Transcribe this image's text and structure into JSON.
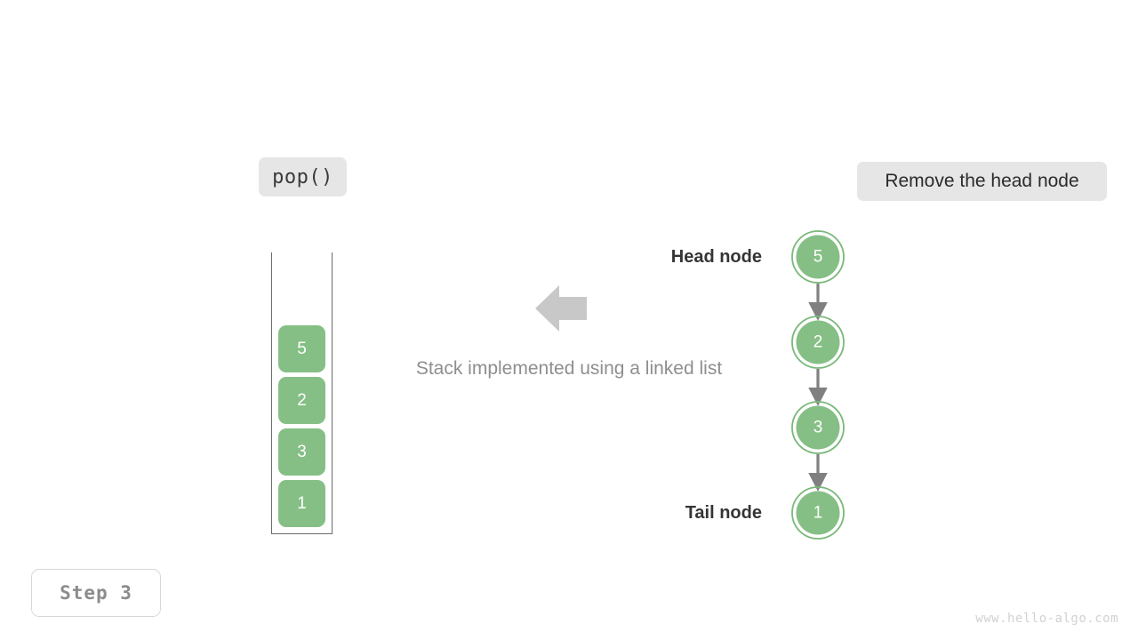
{
  "operation": {
    "label": "pop()"
  },
  "description": {
    "label": "Remove the head node"
  },
  "step": {
    "label": "Step 3"
  },
  "caption": {
    "text": "Stack implemented using a linked list"
  },
  "watermark": {
    "text": "www.hello-algo.com"
  },
  "colors": {
    "node_green": "#85bf85",
    "node_ring": "#79b879",
    "arrow_gray": "#808080",
    "big_arrow_gray": "#c8c8c8",
    "pill_gray": "#e6e6e6",
    "container_border": "#6b6b6b",
    "caption_gray": "#8e8e8e",
    "step_text_gray": "#8c8c8c",
    "watermark_gray": "#d2d2d2"
  },
  "stack": {
    "items": [
      {
        "value": "5"
      },
      {
        "value": "2"
      },
      {
        "value": "3"
      },
      {
        "value": "1"
      }
    ]
  },
  "linked_list": {
    "head_label": "Head node",
    "tail_label": "Tail node",
    "nodes": [
      {
        "value": "5"
      },
      {
        "value": "2"
      },
      {
        "value": "3"
      },
      {
        "value": "1"
      }
    ]
  }
}
